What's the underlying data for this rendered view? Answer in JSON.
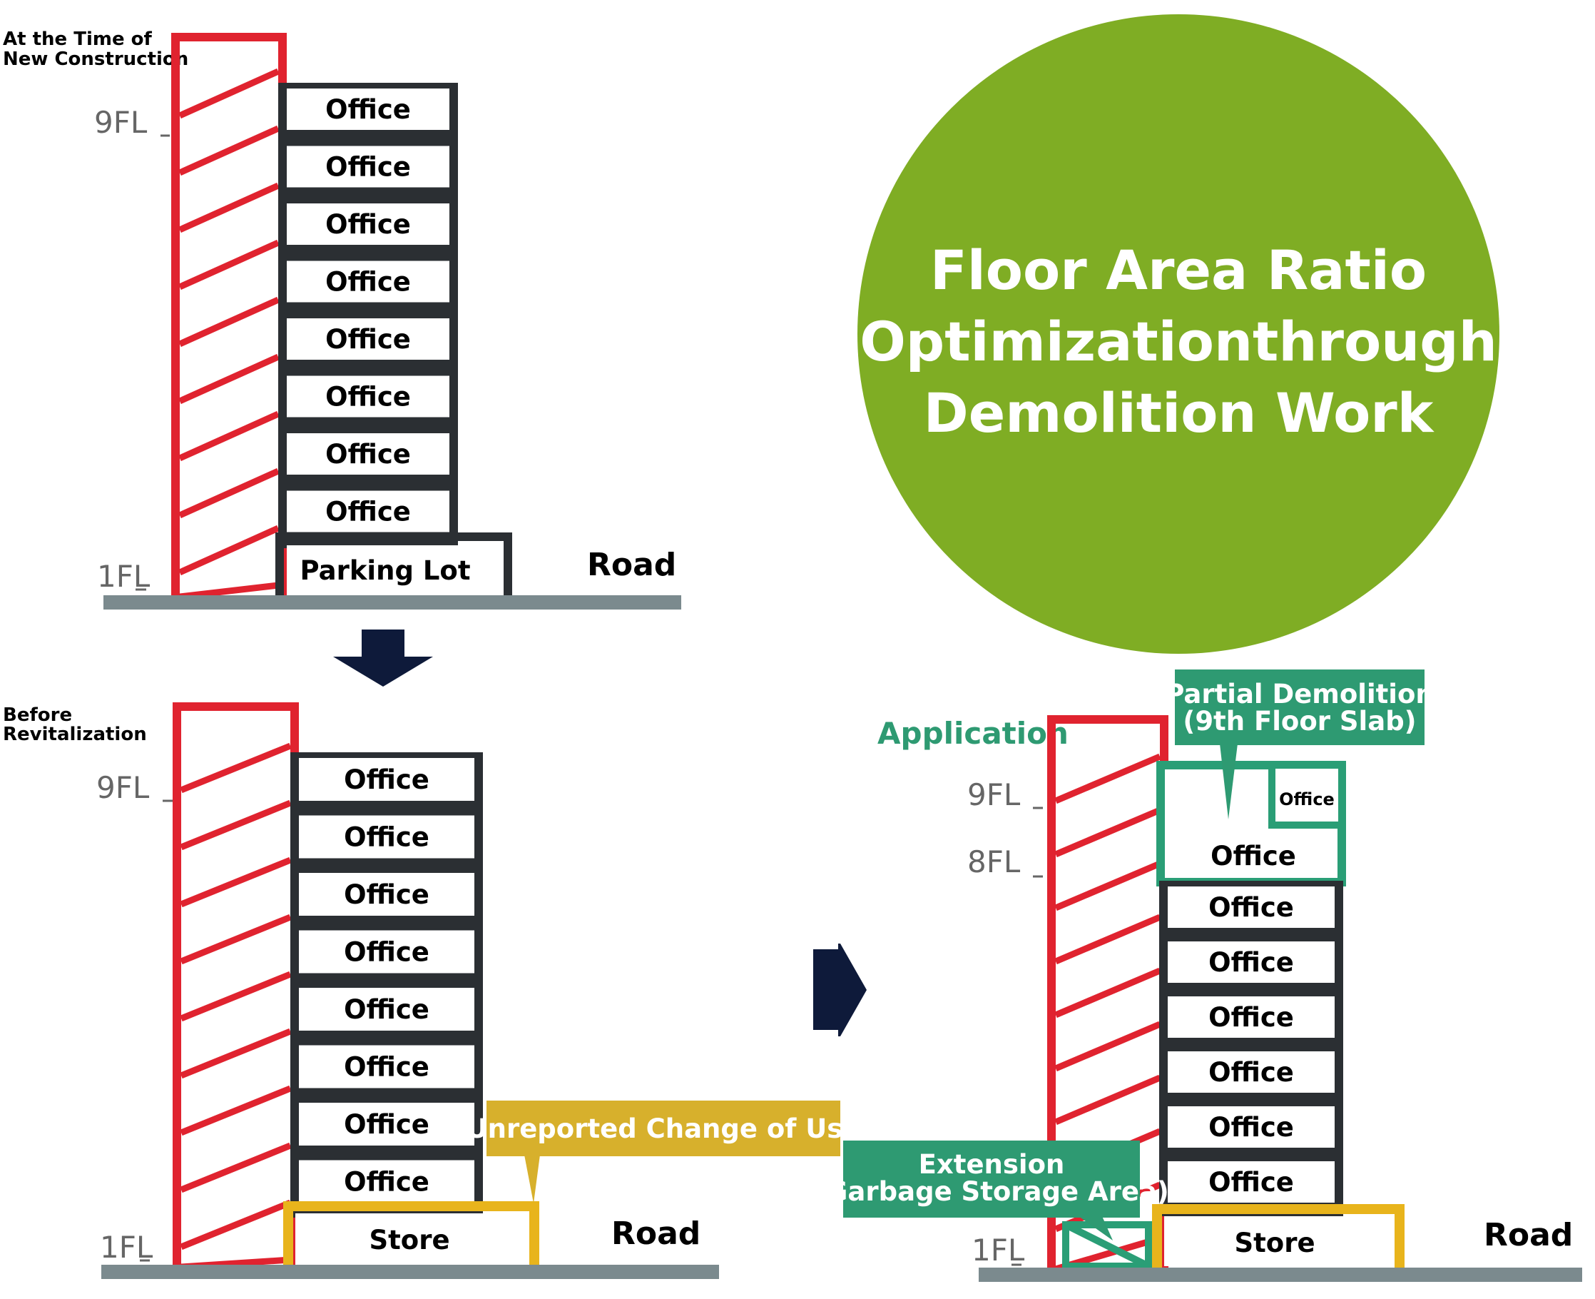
{
  "title_circle": {
    "lines": [
      "Floor Area Ratio",
      "Optimizationthrough",
      "Demolition Work"
    ],
    "fill": "#7fad24",
    "text_color": "#ffffff"
  },
  "colors": {
    "stair": "#e0232f",
    "structure": "#2b2f33",
    "ground": "#7b8a8e",
    "arrow": "#0e1a3a",
    "yellow": "#e8b41c",
    "yellow_label": "#d7b02c",
    "teal": "#2a9e76",
    "teal_label": "#2e9a72",
    "floor_label": "#666666"
  },
  "panel1": {
    "caption": [
      "At the Time of",
      "New Construction"
    ],
    "level_top": "9FL",
    "level_bottom": "1FL",
    "floors": [
      "Office",
      "Office",
      "Office",
      "Office",
      "Office",
      "Office",
      "Office",
      "Office"
    ],
    "ground_floor": "Parking Lot",
    "road": "Road"
  },
  "panel2": {
    "caption": [
      "Before",
      "Revitalization"
    ],
    "level_top": "9FL",
    "level_bottom": "1FL",
    "floors": [
      "Office",
      "Office",
      "Office",
      "Office",
      "Office",
      "Office",
      "Office",
      "Office"
    ],
    "ground_floor": "Store",
    "road": "Road",
    "callout": "Unreported Change of Use"
  },
  "panel3": {
    "heading": "Application",
    "level_9": "9FL",
    "level_8": "8FL",
    "level_1": "1FL",
    "small_office": "Office",
    "floors": [
      "Office",
      "Office",
      "Office",
      "Office",
      "Office",
      "Office",
      "Office"
    ],
    "ground_floor": "Store",
    "road": "Road",
    "callout_demolition": [
      "Partial Demolition",
      "(9th Floor Slab)"
    ],
    "callout_extension": [
      "Extension",
      "(Garbage Storage Area)"
    ]
  }
}
